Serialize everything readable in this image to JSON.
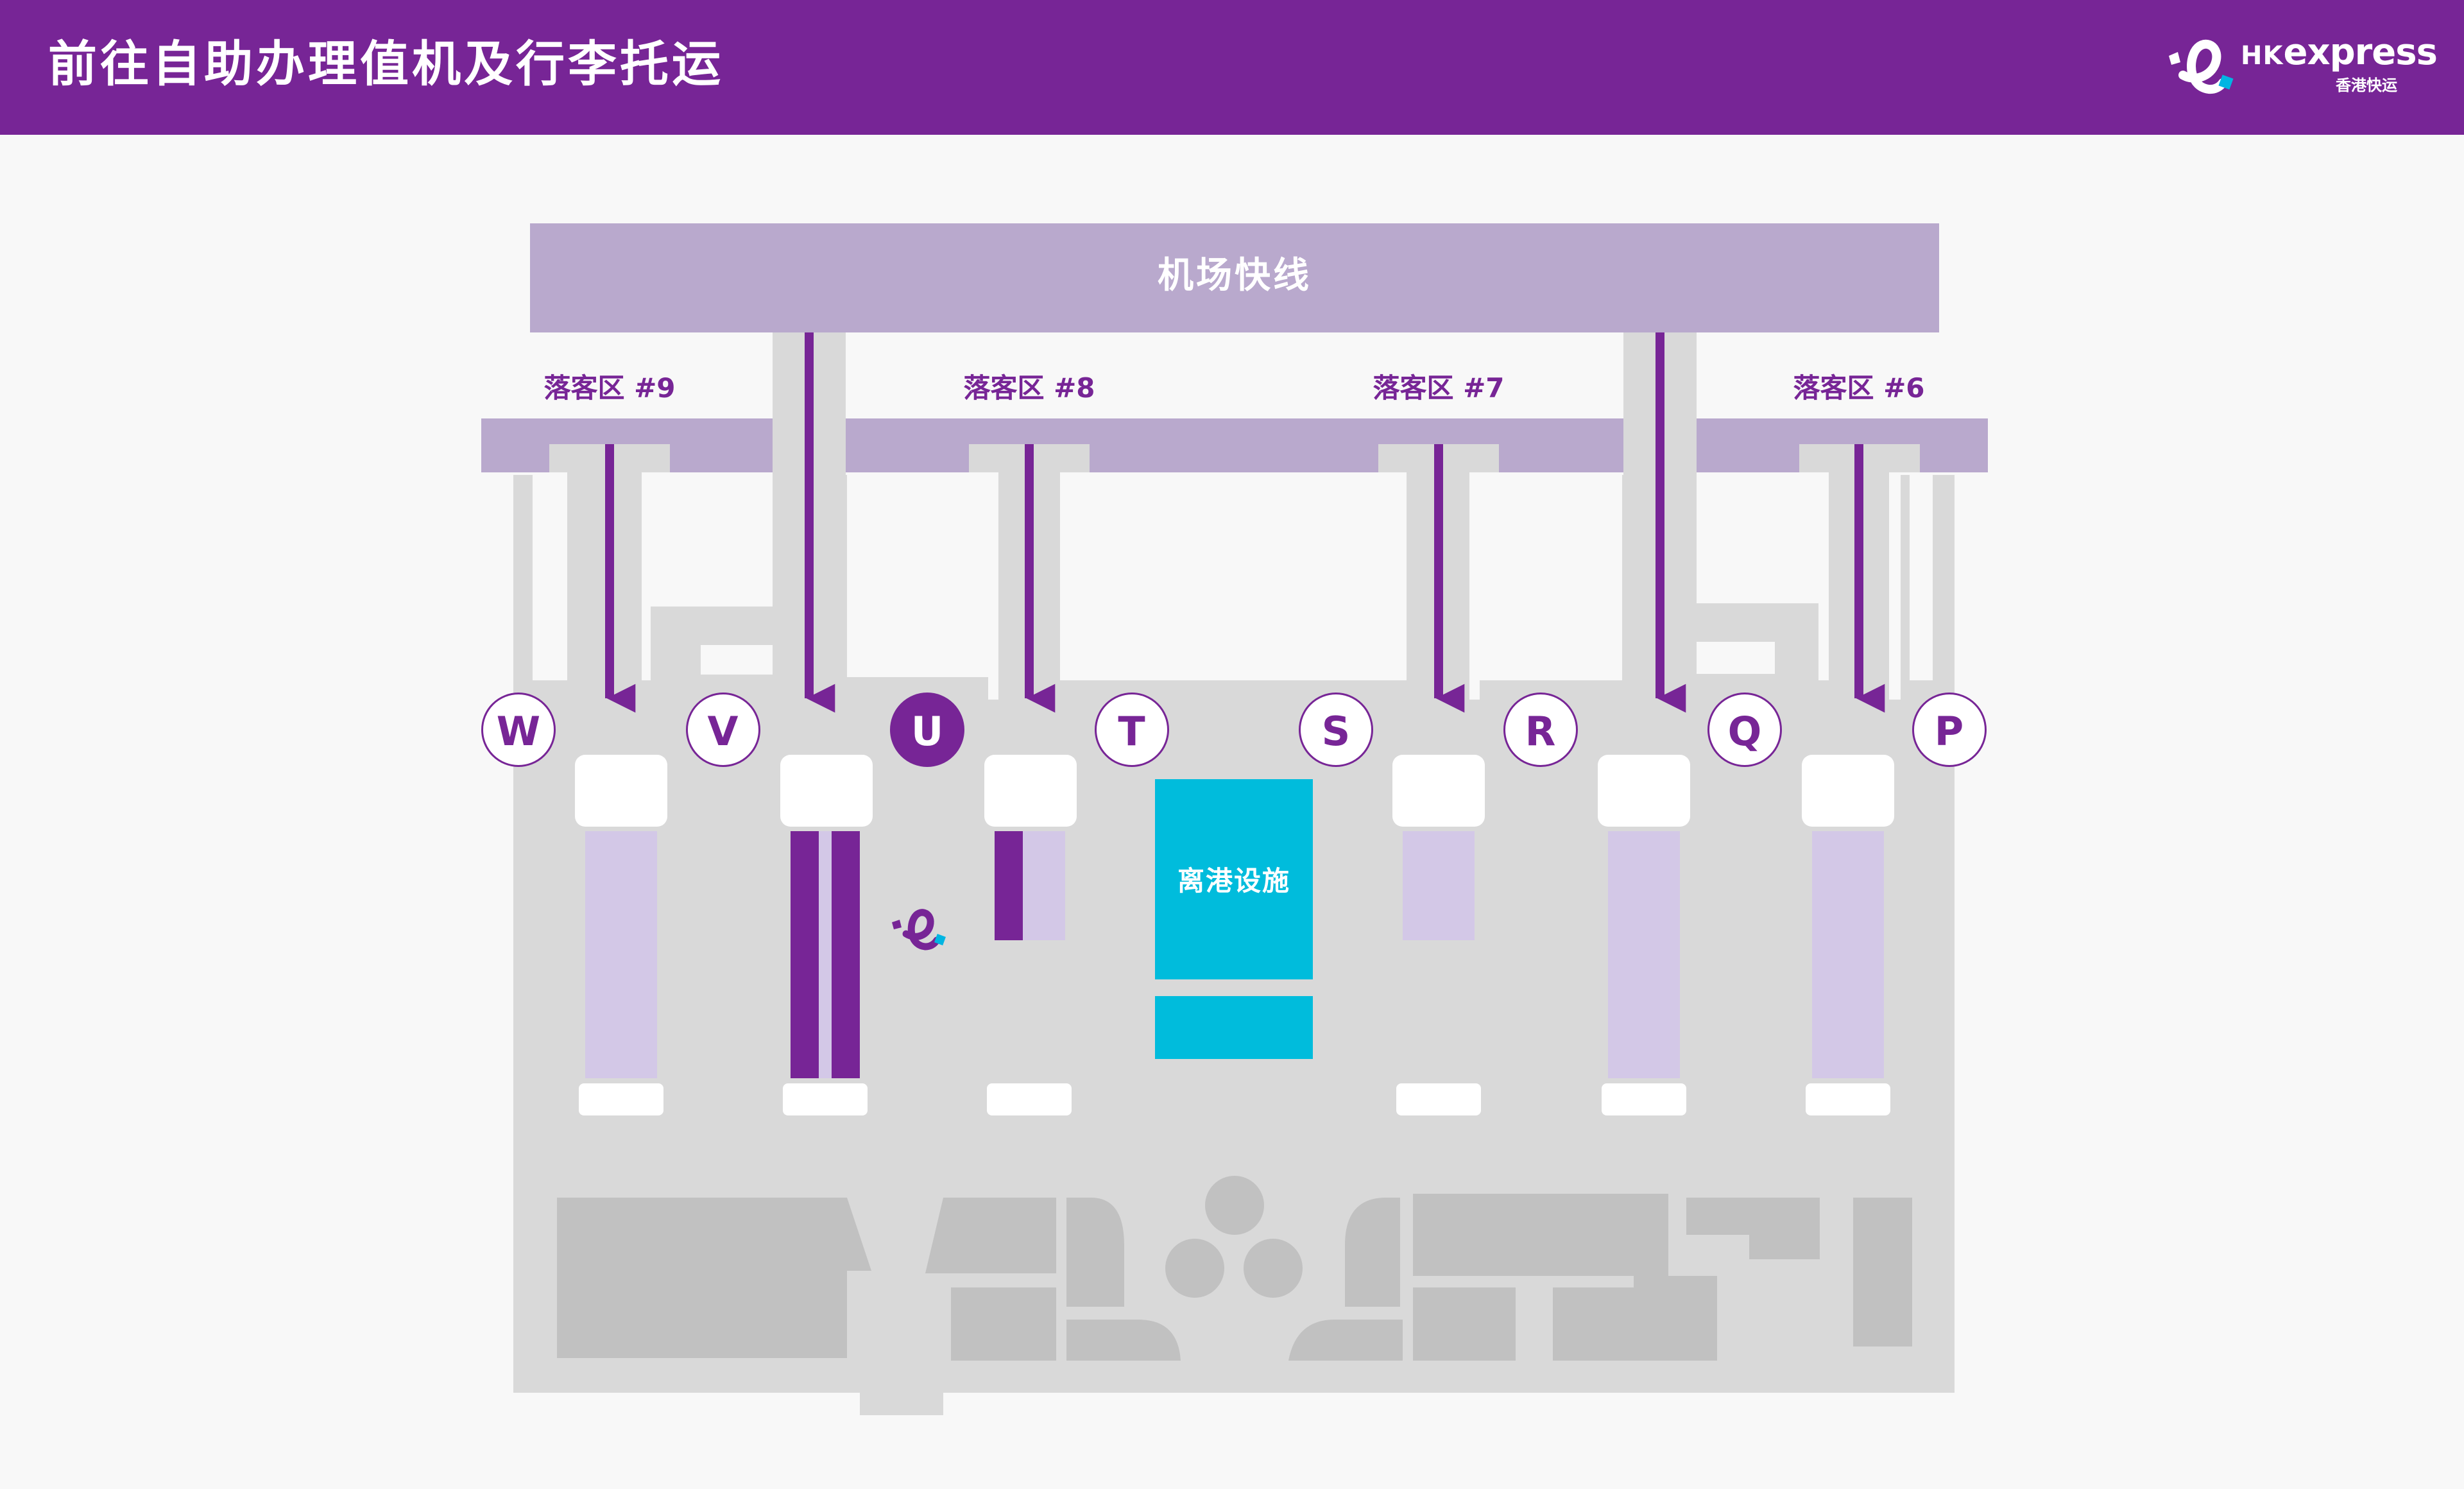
{
  "header": {
    "title": "前往自助办理值机及行李托运",
    "background_color": "#772596"
  },
  "logo": {
    "icon": "hk-express-e-logo-icon",
    "brand_hk": "HK",
    "brand_express": "express",
    "brand_chinese": "香港快运"
  },
  "map": {
    "airport_express_label": "机场快线",
    "drop_off_zones": [
      "落客区 #9",
      "落客区 #8",
      "落客区 #7",
      "落客区 #6"
    ],
    "check_in_rows": [
      "W",
      "V",
      "U",
      "T",
      "S",
      "R",
      "Q",
      "P"
    ],
    "highlighted_row": "U",
    "departure_facilities_label": "离港设施",
    "colors": {
      "brand_purple": "#772596",
      "rail_lilac": "#b9a9cd",
      "counter_lilac": "#d3c8e7",
      "hall_grey": "#d9d9d9",
      "facility_cyan": "#00bcdc"
    }
  }
}
